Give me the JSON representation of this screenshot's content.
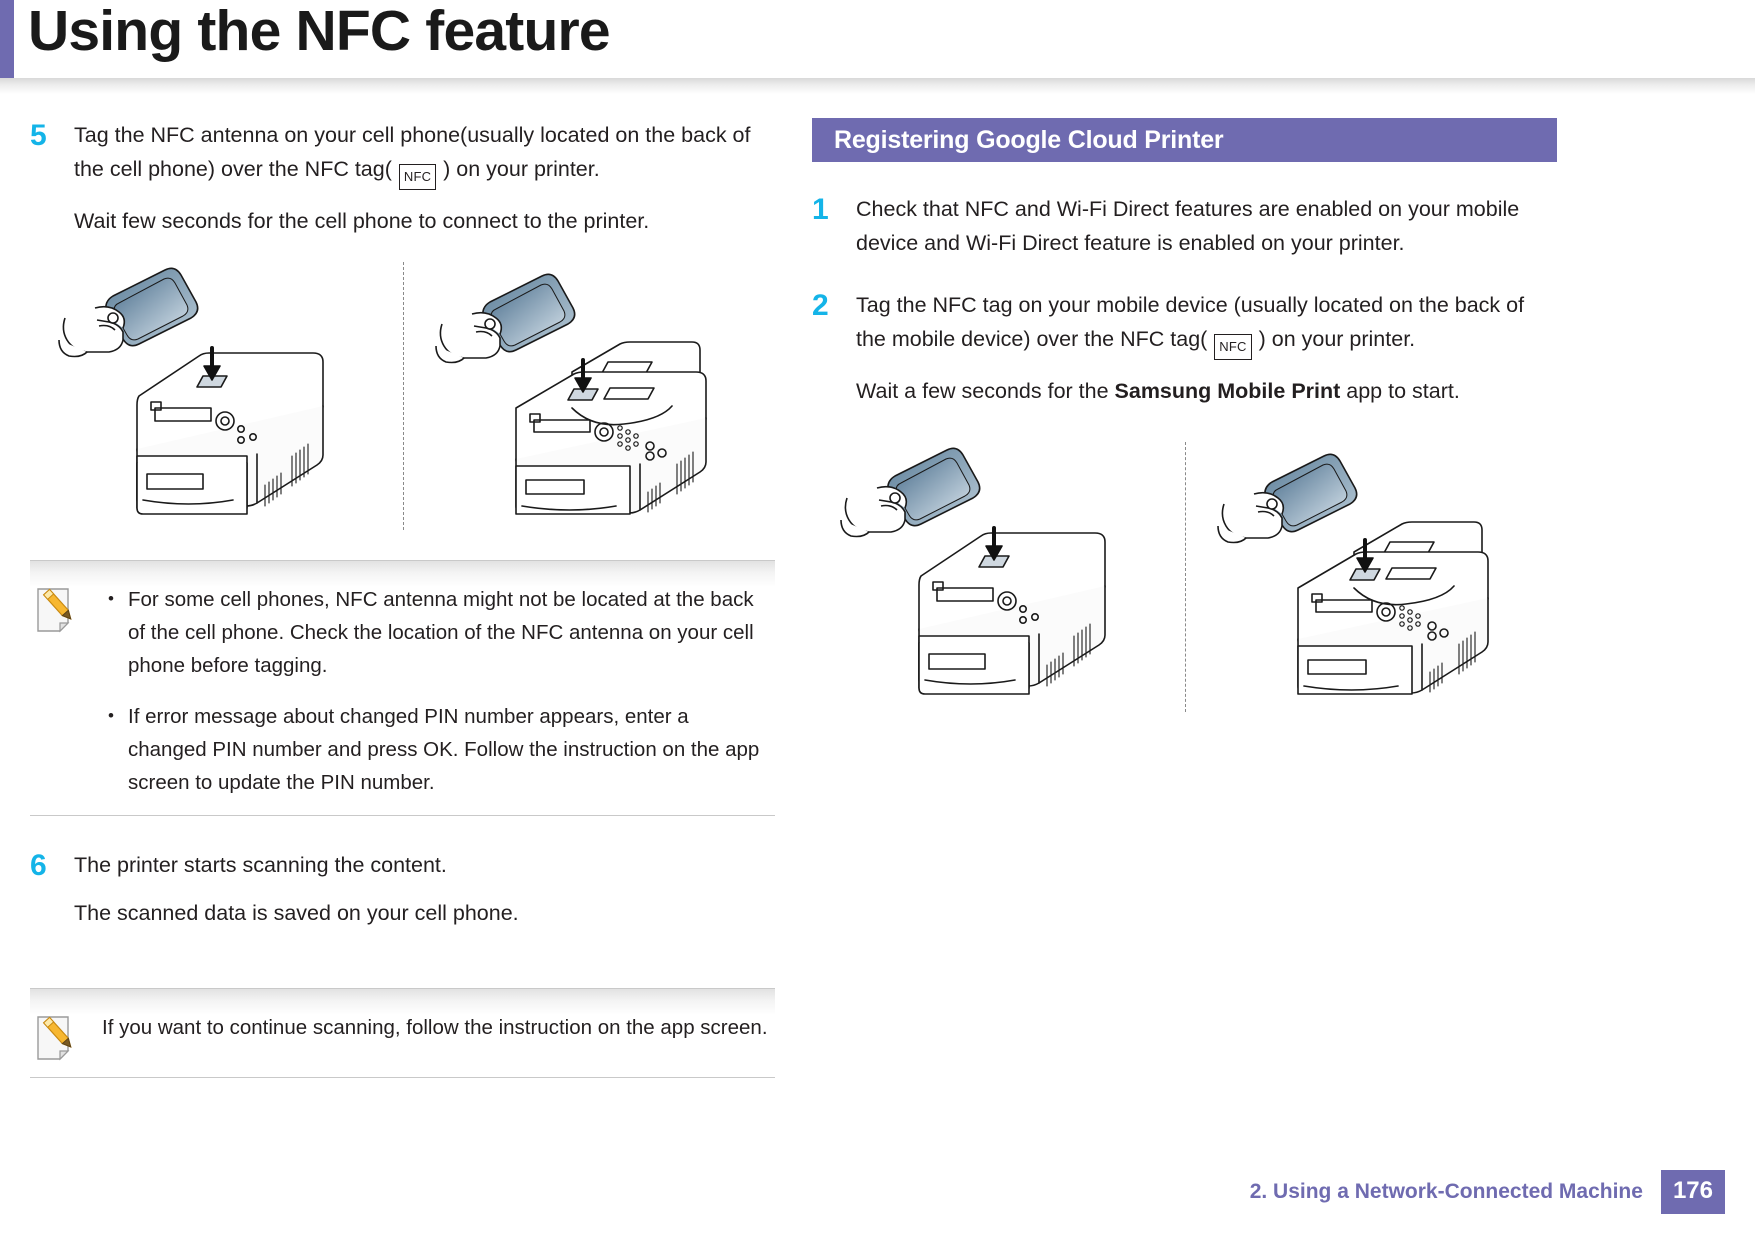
{
  "header": {
    "title": "Using the NFC feature",
    "accent_color": "#6f6bb0"
  },
  "colors": {
    "accent_purple": "#6f6bb0",
    "step_number_cyan": "#14b4e8",
    "body_text": "#231f20"
  },
  "left_column": {
    "step5": {
      "number": "5",
      "line1_before_tag": "Tag the NFC antenna on your cell phone(usually located on the back of the cell phone) over the NFC tag( ",
      "nfc_tag_label": "NFC",
      "line1_after_tag": " ) on your printer.",
      "line2": "Wait few seconds for the cell phone to connect to the printer."
    },
    "figure1": {
      "caption_alt_left": "Hand holding cell phone tapping NFC tag on top of multifunction printer",
      "caption_alt_right": "Hand holding cell phone tapping NFC tag on top of printer with document feeder",
      "nfc_label": "NFC"
    },
    "note1": {
      "icon": "note-pencil-icon",
      "items": [
        "For some cell phones, NFC antenna might not be located at the back of the cell phone. Check the location of the NFC antenna on your cell phone before tagging.",
        "If error message about changed PIN number appears, enter a changed PIN number and press OK. Follow the instruction on the app screen to update the PIN number."
      ]
    },
    "step6": {
      "number": "6",
      "line1": "The printer starts scanning the content.",
      "line2": "The scanned data is saved on your cell phone."
    },
    "note2": {
      "icon": "note-pencil-icon",
      "text": "If you want to continue scanning, follow the instruction on the app screen."
    }
  },
  "right_column": {
    "section_heading": "Registering Google Cloud Printer",
    "step1": {
      "number": "1",
      "line1": "Check that NFC and Wi-Fi Direct features are enabled on your mobile device  and Wi-Fi Direct feature is enabled on your printer."
    },
    "step2": {
      "number": "2",
      "line1_before_tag": "Tag the NFC tag on your mobile device (usually located on the back of the mobile device) over the NFC tag( ",
      "nfc_tag_label": "NFC",
      "line1_after_tag": " ) on your printer.",
      "line2_prefix": "Wait a few seconds for the ",
      "line2_bold": "Samsung Mobile Print",
      "line2_suffix": " app to start."
    },
    "figure2": {
      "caption_alt_left": "Hand holding mobile device tapping NFC tag on top of multifunction printer",
      "caption_alt_right": "Hand holding mobile device tapping NFC tag on top of printer with document feeder"
    }
  },
  "footer": {
    "chapter_text": "2.  Using a Network-Connected Machine",
    "page_number": "176"
  }
}
